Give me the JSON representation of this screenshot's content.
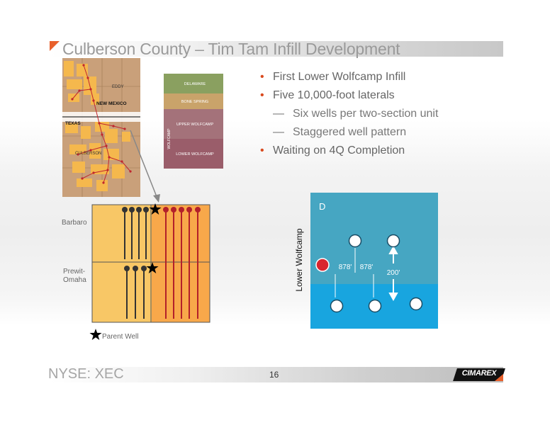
{
  "slide": {
    "title": "Culberson County – Tim Tam Infill Development",
    "page_number": "16",
    "footer_left": "NYSE: XEC",
    "logo_text": "CIMAREX",
    "colors": {
      "accent": "#e8602c",
      "title_text": "#9a9a9a",
      "bullet_marker": "#d94a1e",
      "water_dark": "#46a6c2",
      "water_light": "#18a5df",
      "acreage": "#f8c766"
    }
  },
  "bullets": [
    {
      "level": 1,
      "text": "First Lower Wolfcamp Infill"
    },
    {
      "level": 1,
      "text": "Five 10,000-foot laterals"
    },
    {
      "level": 2,
      "text": "Six wells per two-section unit"
    },
    {
      "level": 2,
      "text": "Staggered well pattern"
    },
    {
      "level": 1,
      "text": "Waiting on 4Q Completion"
    }
  ],
  "map": {
    "eddy": "EDDY",
    "new_mexico": "NEW MEXICO",
    "texas": "TEXAS",
    "culberson": "CULBERSON"
  },
  "stratigraphy": {
    "side_label": "WOLFCAMP",
    "layers": [
      "DELAWARE",
      "BONE SPRING",
      "UPPER WOLFCAMP",
      "LOWER WOLFCAMP"
    ]
  },
  "well_grid": {
    "row_label_1": "Barbaro",
    "row_label_2": "Prewit-Omaha",
    "legend": "Parent Well"
  },
  "lower_wolfcamp": {
    "y_label": "Lower Wolfcamp",
    "section": "D",
    "spacing_1": "878'",
    "spacing_2": "878'",
    "vertical": "200'"
  }
}
